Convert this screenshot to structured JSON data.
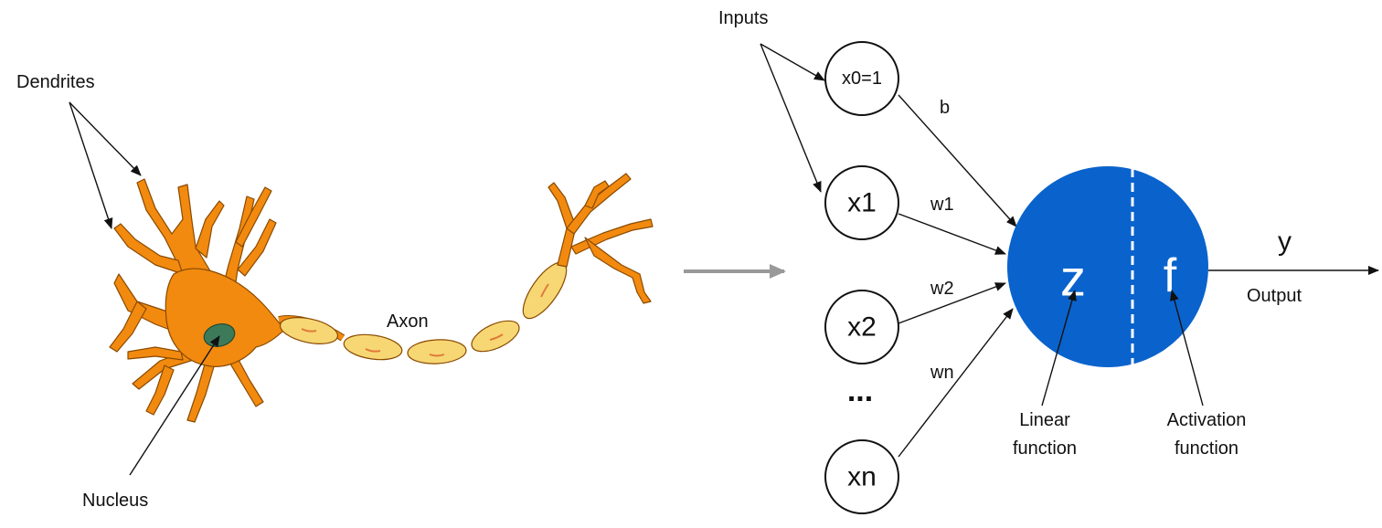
{
  "neuron": {
    "dendrites_label": "Dendrites",
    "axon_label": "Axon",
    "nucleus_label": "Nucleus"
  },
  "perceptron": {
    "inputs_label": "Inputs",
    "nodes": [
      "x0=1",
      "x1",
      "x2",
      "xn"
    ],
    "ellipsis": "...",
    "weights": [
      "b",
      "w1",
      "w2",
      "wn"
    ],
    "sum_symbol": "z",
    "activation_symbol": "f",
    "output_symbol": "y",
    "output_label": "Output",
    "linear_label_line1": "Linear",
    "linear_label_line2": "function",
    "activation_label_line1": "Activation",
    "activation_label_line2": "function"
  },
  "colors": {
    "neuron_body": "#f28a0f",
    "neuron_outline": "#8a4a00",
    "myelin": "#f7d774",
    "nucleus": "#3d7a5a",
    "perceptron_circle": "#0a63cc",
    "arrow_gray": "#999999"
  }
}
